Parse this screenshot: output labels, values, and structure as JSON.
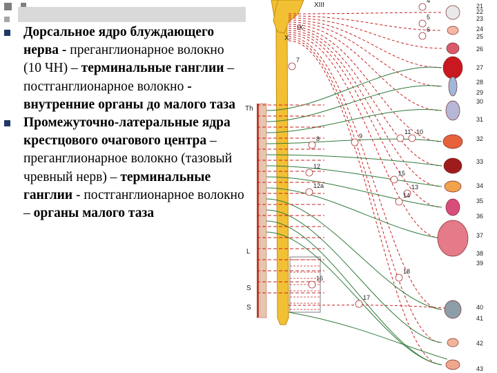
{
  "slide": {
    "bullets": [
      {
        "segments": [
          {
            "text": "Дорсальное ядро блуждающего нерва - ",
            "bold": true
          },
          {
            "text": "преганглионарное волокно (10 ЧН) – ",
            "bold": false
          },
          {
            "text": "терминальные ганглии",
            "bold": true
          },
          {
            "text": " – постганглионарное волокно ",
            "bold": false
          },
          {
            "text": " - внутренние органы до малого таза",
            "bold": true
          }
        ]
      },
      {
        "segments": [
          {
            "text": "Промежуточно-латеральные ядра крестцового очагового центра",
            "bold": true
          },
          {
            "text": " – преганглионарное волокно (тазовый чревный нерв) – ",
            "bold": false
          },
          {
            "text": "терминальные ганглии",
            "bold": true
          },
          {
            "text": " - постганглионарное волокно – ",
            "bold": false
          },
          {
            "text": "органы малого таза",
            "bold": true
          }
        ]
      }
    ]
  },
  "diagram": {
    "spinal_labels": {
      "xiii": "XIII",
      "ix": "IX",
      "x": "X",
      "th": "Th",
      "l": "L",
      "s2": "S",
      "s4": "S"
    },
    "ganglion_labels": [
      "4",
      "5",
      "6",
      "7",
      "8",
      "9",
      "10",
      "11",
      "12",
      "12a",
      "13",
      "14",
      "15",
      "16",
      "17",
      "18"
    ],
    "organ_numbers": [
      "21",
      "22",
      "23",
      "24",
      "25",
      "26",
      "27",
      "28",
      "29",
      "30",
      "31",
      "32",
      "33",
      "34",
      "35",
      "36",
      "37",
      "38",
      "39",
      "40",
      "41",
      "42",
      "43"
    ]
  },
  "colors": {
    "cord": "#f2c034",
    "parasympathetic": "#c81e1e",
    "sympathetic": "#2f7a3a",
    "bullet": "#1f3864"
  }
}
